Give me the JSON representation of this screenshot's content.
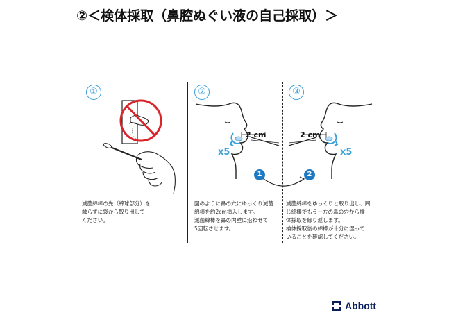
{
  "title": "②＜検体採取（鼻腔ぬぐい液の自己採取）＞",
  "steps": [
    {
      "number": "①",
      "caption": "滅菌綿棒の先（綿球部分）を\n触らずに袋から取り出して\nください。"
    },
    {
      "number": "②",
      "caption": "図のように鼻の穴にゆっくり滅菌\n綿棒を約2cm挿入します。\n滅菌綿棒を鼻の内壁に沿わせて\n5回転させます。",
      "distance_label": "2 cm",
      "rotation_label": "x5"
    },
    {
      "number": "③",
      "caption": "滅菌綿棒をゆっくりと取り出し、同\nじ綿棒でもう一方の鼻の穴から検\n体採取を繰り返します。\n検体採取後の綿棒が十分に湿って\nいることを確認してください。",
      "distance_label": "2 cm",
      "rotation_label": "x5"
    }
  ],
  "sequence_badges": [
    "1",
    "2"
  ],
  "logo": {
    "text": "Abbott"
  },
  "colors": {
    "accent": "#3aa0d8",
    "prohibit": "#d9252a",
    "badge": "#1d79c2",
    "logo": "#0b1f5c"
  }
}
